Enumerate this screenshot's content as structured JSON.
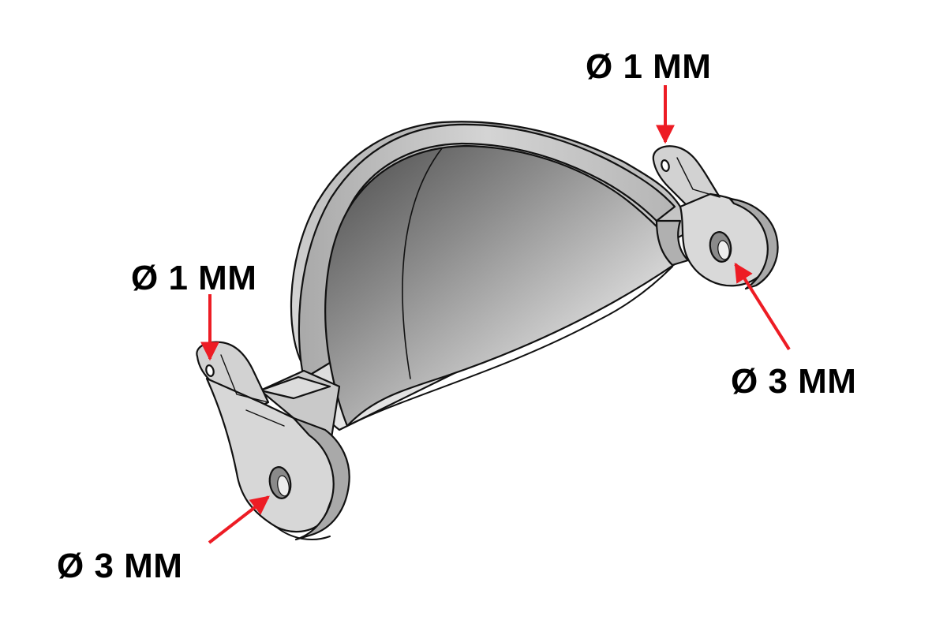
{
  "labels": {
    "top_right_hole": "Ø 1 MM",
    "left_small_hole": "Ø 1 MM",
    "right_pivot_hole": "Ø 3 MM",
    "left_pivot_hole": "Ø 3 MM"
  },
  "colors": {
    "arrow": "#ed1c24",
    "outline": "#111111",
    "part_light": "#d9d9d9",
    "part_mid": "#bdbdbd",
    "part_dark": "#8f8f8f"
  }
}
